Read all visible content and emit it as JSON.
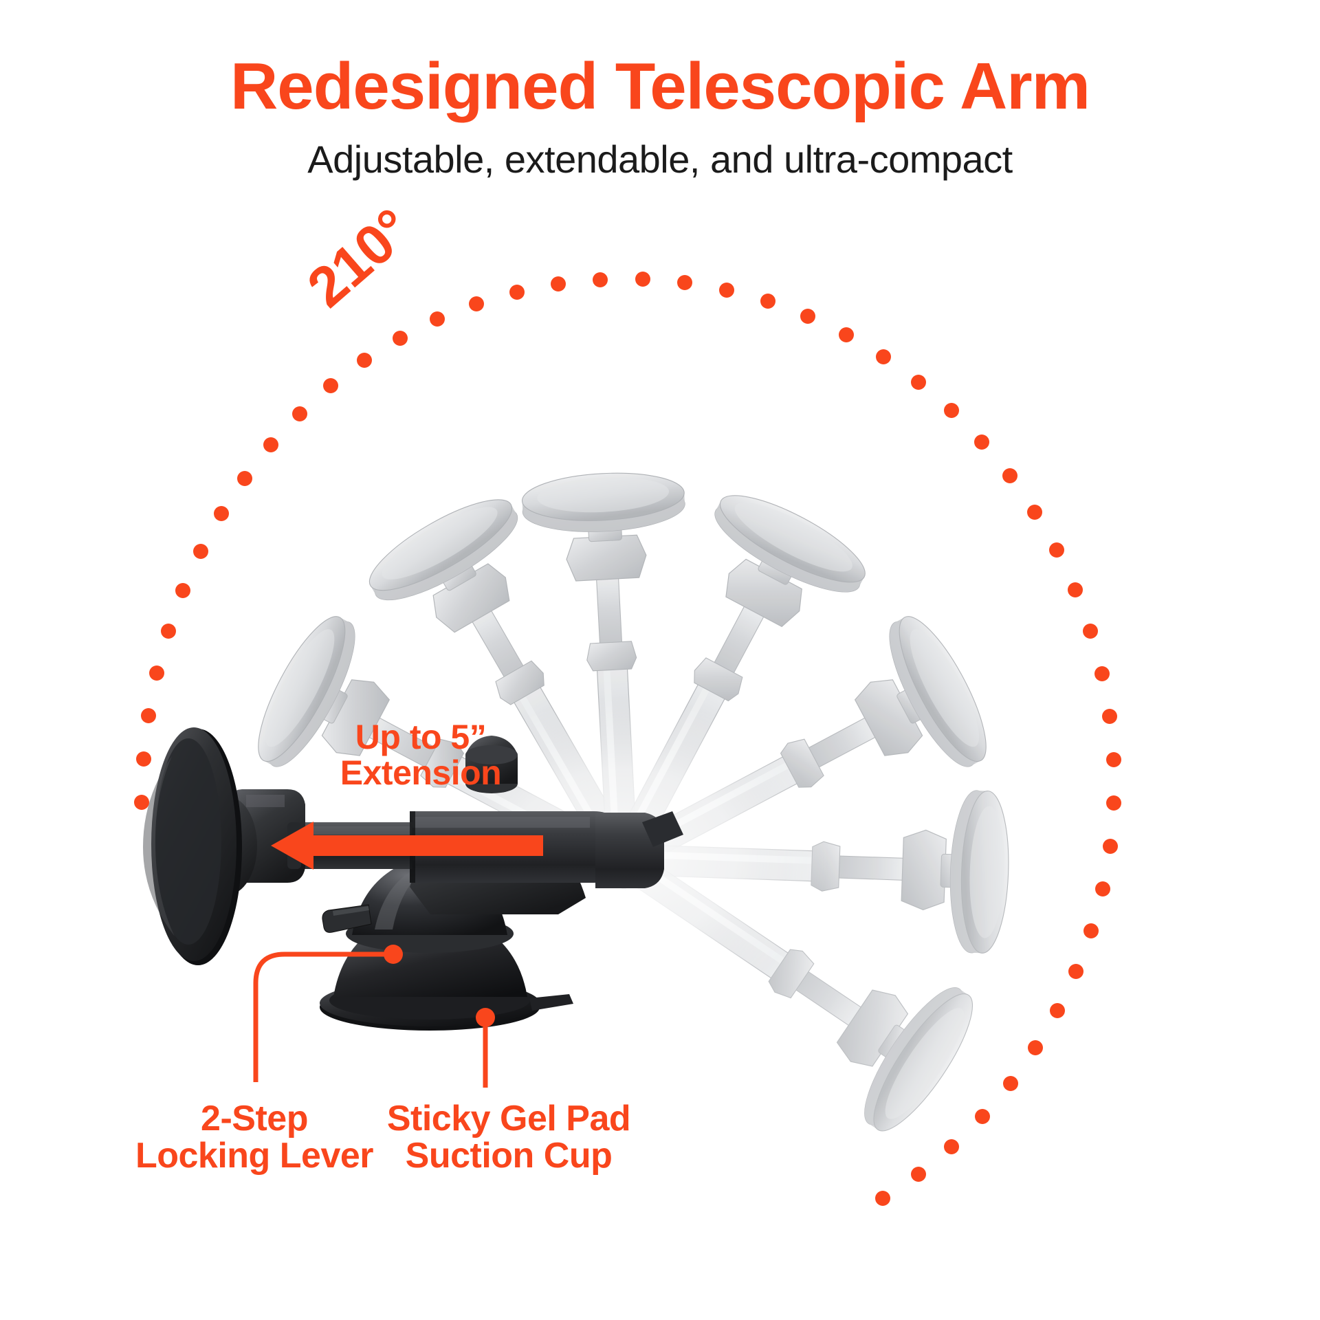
{
  "header": {
    "title": "Redesigned Telescopic Arm",
    "subtitle": "Adjustable, extendable, and ultra-compact"
  },
  "annotations": {
    "angle_label": "210°",
    "extension_line1": "Up to 5”",
    "extension_line2": "Extension",
    "lever_line1": "2-Step",
    "lever_line2": "Locking Lever",
    "gel_line1": "Sticky Gel Pad",
    "gel_line2": "Suction Cup"
  },
  "colors": {
    "accent_orange": "#F9461C",
    "text_dark": "#1b1b1b",
    "product_black": "#2a2a2c",
    "ghost_grey": "#c9cbcd",
    "background": "#ffffff"
  },
  "icons": {
    "arc": "dotted-arc-210-degrees",
    "arrow": "left-extension-arrow",
    "leader_lever": "leader-line-elbow",
    "leader_gel": "leader-line-straight"
  },
  "product": {
    "name": "telescopic-suction-car-mount",
    "ghost_positions": 6,
    "highlight_position": "horizontal-extended"
  }
}
